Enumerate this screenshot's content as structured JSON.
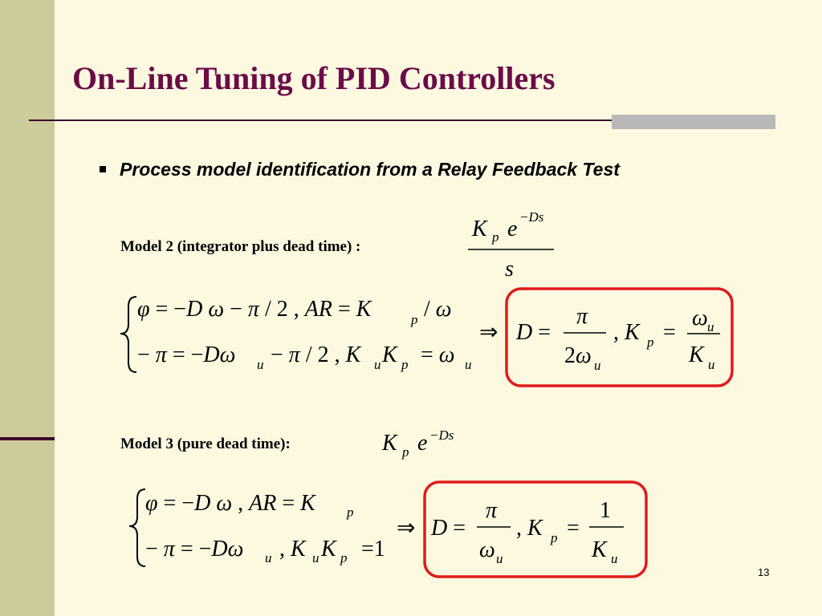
{
  "slide": {
    "title": "On-Line Tuning of PID Controllers",
    "bullet": "Process model identification from a Relay Feedback Test",
    "page_number": "13",
    "accent_color": "#6b0b47",
    "highlight_box_color": "#e01b1b"
  },
  "model2": {
    "label": "Model 2 (integrator plus dead time) :",
    "transfer_function": "K_p e^{-Ds} / s",
    "eq1": "φ = −Dω − π/2 , AR = K_p/ω",
    "eq2": "−π = −Dω_u − π/2 , K_u K_p = ω_u",
    "result": "⇒ D = π/(2ω_u) , K_p = ω_u/K_u"
  },
  "model3": {
    "label": "Model 3 (pure dead time):",
    "transfer_function": "K_p e^{-Ds}",
    "eq1": "φ = −Dω , AR = K_p",
    "eq2": "−π = −Dω_u , K_u K_p = 1",
    "result": "⇒ D = π/ω_u , K_p = 1/K_u"
  }
}
